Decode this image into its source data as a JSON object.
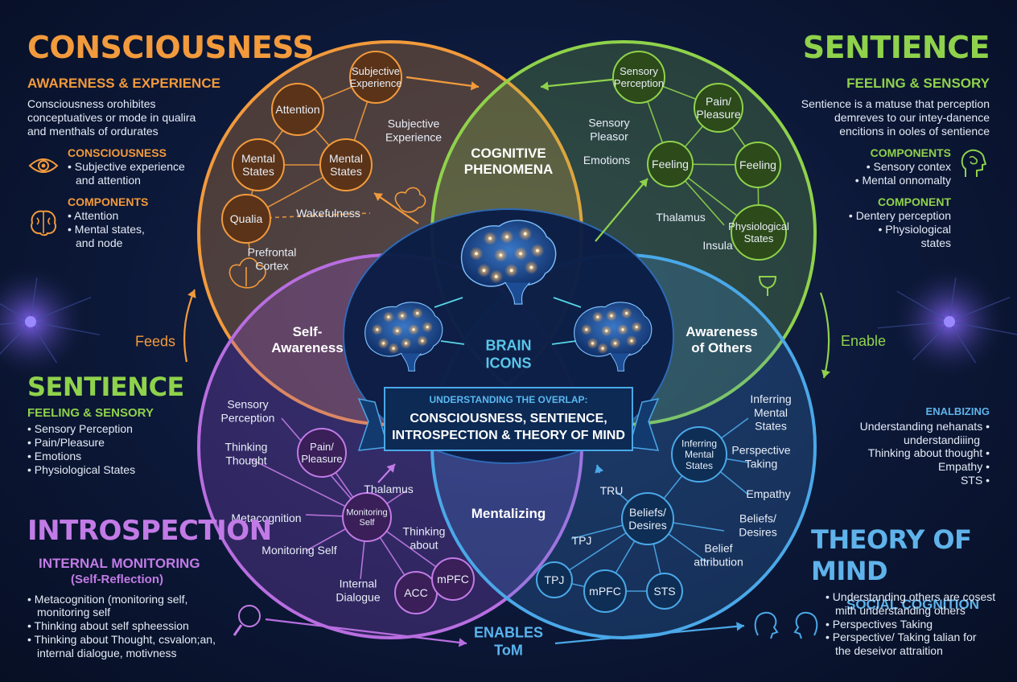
{
  "colors": {
    "background": "#0a1530",
    "consciousness": "#f29a3c",
    "sentience": "#8fd24b",
    "introspection": "#b86ee0",
    "theory_of_mind": "#4aa8e8",
    "node_center": "#ffb45a"
  },
  "consciousness_panel": {
    "title": "CONSCIOUSNESS",
    "subtitle": "AWARENESS & EXPERIENCE",
    "description": [
      "Consciousness orohibites",
      "conceptuatives or mode in qualira",
      "and menthals of ordurates"
    ],
    "sections": [
      {
        "heading": "CONSCIOUSNESS",
        "icon": "eye-icon",
        "items": [
          "• Subjective experience",
          "and attention"
        ]
      },
      {
        "heading": "COMPONENTS",
        "icon": "brain-outline-icon",
        "items": [
          "• Attention",
          "• Mental states,",
          "and node"
        ]
      }
    ]
  },
  "sentience_panel": {
    "title": "SENTIENCE",
    "subtitle": "FEELING & SENSORY",
    "description": [
      "Sentience is a matuse that perception",
      "demreves to our intey-danence",
      "encitions in ooles of sentience"
    ],
    "sections": [
      {
        "heading": "COMPONENTS",
        "icon": "head-profile-icon",
        "items": [
          "• Sensory contex",
          "• Mental onnomalty"
        ]
      },
      {
        "heading": "COMPONENT",
        "icon": "",
        "items": [
          "• Dentery perception",
          "• Physiological",
          "states"
        ]
      }
    ]
  },
  "sentience_left": {
    "title": "SENTIENCE",
    "subtitle": "FEELING & SENSORY",
    "items": [
      "• Sensory Perception",
      "• Pain/Pleasure",
      "• Emotions",
      "• Physiological States"
    ]
  },
  "enabling_panel": {
    "heading": "ENALBIZING",
    "items": [
      "Understanding nehanats •",
      "understandiiing",
      "Thinking about thought •",
      "Empathy •",
      "STS •"
    ]
  },
  "introspection_panel": {
    "title": "INTROSPECTION",
    "subtitle": "INTERNAL MONITORING",
    "subtitle2": "(Self-Reflection)",
    "items": [
      "• Metacognition (monitoring self,",
      "monitoring self",
      "• Thinking about self spheession",
      "• Thinking about Thought, csvalon;an,",
      "internal dialogue, motivness"
    ]
  },
  "tom_panel": {
    "title": "THEORY OF MIND",
    "subtitle": "SOCIAL COGNITION",
    "items": [
      "• Understanding others are cosest",
      "mith understanding others",
      "• Perspectives Taking",
      "• Perspective/ Taking talian for",
      "the deseivor attraition"
    ]
  },
  "flows": {
    "feeds": "Feeds",
    "enable": "Enable",
    "enables_tom": [
      "ENABLES",
      "ToM"
    ]
  },
  "overlaps": {
    "top": [
      "COGNITIVE",
      "PHENOMENA"
    ],
    "left": [
      "Self-",
      "Awareness"
    ],
    "right": [
      "Awareness",
      "of Others"
    ],
    "bottom": [
      "Mentalizing"
    ]
  },
  "center": {
    "brain_label": [
      "BRAIN",
      "ICONS"
    ],
    "banner_kicker": "UNDERSTANDING THE OVERLAP:",
    "banner_title": [
      "CONSCIOUSNESS, SENTIENCE,",
      "INTROSPECTION & THEORY OF MIND"
    ]
  },
  "consciousness_map": {
    "nodes": [
      {
        "id": "subj",
        "label": [
          "Subjective",
          "Experience"
        ]
      },
      {
        "id": "attn",
        "label": [
          "Attention"
        ]
      },
      {
        "id": "ms1",
        "label": [
          "Mental",
          "States"
        ]
      },
      {
        "id": "ms2",
        "label": [
          "Mental",
          "States"
        ]
      },
      {
        "id": "qualia",
        "label": [
          "Qualia"
        ]
      }
    ],
    "free_labels": [
      [
        "Subjective",
        "Experience"
      ],
      [
        "Wakefulness"
      ],
      [
        "Prefrontal",
        "Cortex"
      ]
    ]
  },
  "sentience_map": {
    "nodes": [
      {
        "id": "sp",
        "label": [
          "Sensory",
          "Perception"
        ]
      },
      {
        "id": "pain",
        "label": [
          "Pain/",
          "Pleasure"
        ]
      },
      {
        "id": "feel1",
        "label": [
          "Feeling"
        ]
      },
      {
        "id": "feel2",
        "label": [
          "Feeling"
        ]
      },
      {
        "id": "phys",
        "label": [
          "Physiological",
          "States"
        ]
      }
    ],
    "free_labels": [
      [
        "Sensory",
        "Pleasor"
      ],
      [
        "Emotions"
      ],
      [
        "Thalamus"
      ],
      [
        "Insula"
      ]
    ]
  },
  "introspection_map": {
    "nodes": [
      {
        "id": "pp",
        "label": [
          "Pain/",
          "Pleasure"
        ]
      },
      {
        "id": "mon",
        "label": [
          "Monitoring",
          "Self"
        ]
      },
      {
        "id": "acc",
        "label": [
          "ACC"
        ]
      },
      {
        "id": "mpfc",
        "label": [
          "mPFC"
        ]
      }
    ],
    "free_labels": [
      [
        "Sensory",
        "Perception"
      ],
      [
        "Thinking",
        "Thought"
      ],
      [
        "Metacognition"
      ],
      [
        "Monitoring Self"
      ],
      [
        "Internal",
        "Dialogue"
      ],
      [
        "Thinking",
        "about"
      ],
      [
        "Thalamus"
      ]
    ]
  },
  "tom_map": {
    "nodes": [
      {
        "id": "inf",
        "label": [
          "Inferring",
          "Mental",
          "States"
        ]
      },
      {
        "id": "bd",
        "label": [
          "Beliefs/",
          "Desires"
        ]
      },
      {
        "id": "tpj",
        "label": [
          "TPJ"
        ]
      },
      {
        "id": "mpfc",
        "label": [
          "mPFC"
        ]
      },
      {
        "id": "sts",
        "label": [
          "STS"
        ]
      }
    ],
    "free_labels": [
      [
        "Inferring",
        "Mental",
        "States"
      ],
      [
        "Perspective",
        "Taking"
      ],
      [
        "Empathy"
      ],
      [
        "Beliefs/",
        "Desires"
      ],
      [
        "Belief",
        "attribution"
      ],
      [
        "TRU"
      ],
      [
        "TPJ"
      ]
    ]
  }
}
